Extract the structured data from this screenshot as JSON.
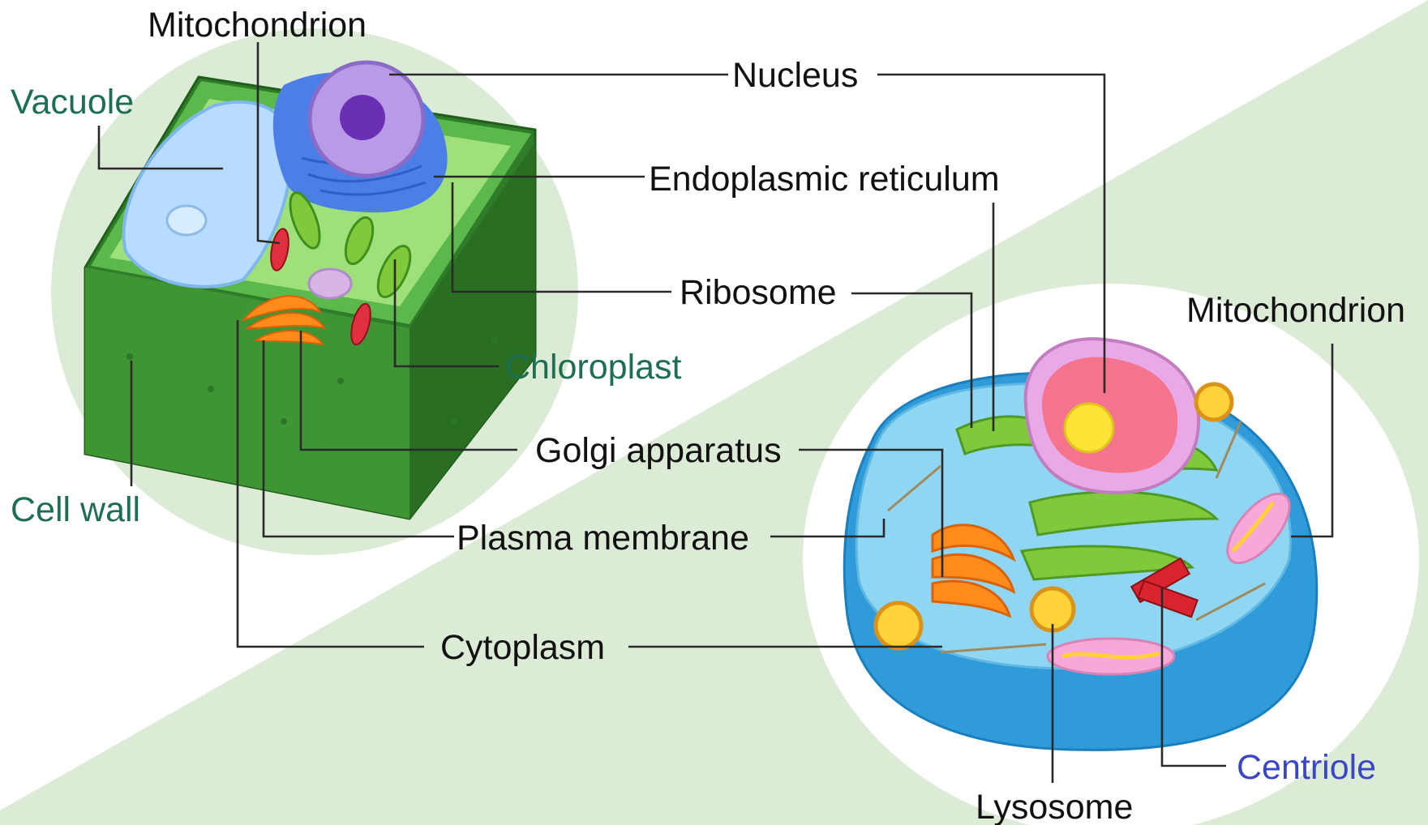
{
  "labels": {
    "mitochondrion_plant": "Mitochondrion",
    "vacuole": "Vacuole",
    "nucleus": "Nucleus",
    "endoplasmic_reticulum": "Endoplasmic reticulum",
    "ribosome": "Ribosome",
    "mitochondrion_animal": "Mitochondrion",
    "chloroplast": "Chloroplast",
    "golgi_apparatus": "Golgi apparatus",
    "cell_wall": "Cell wall",
    "plasma_membrane": "Plasma membrane",
    "cytoplasm": "Cytoplasm",
    "centriole": "Centriole",
    "lysosome": "Lysosome"
  },
  "colors": {
    "background_green": "#dcebd6",
    "plant_label": "#1e6e52",
    "centriole_label": "#3a46c8",
    "label_text": "#111111"
  }
}
